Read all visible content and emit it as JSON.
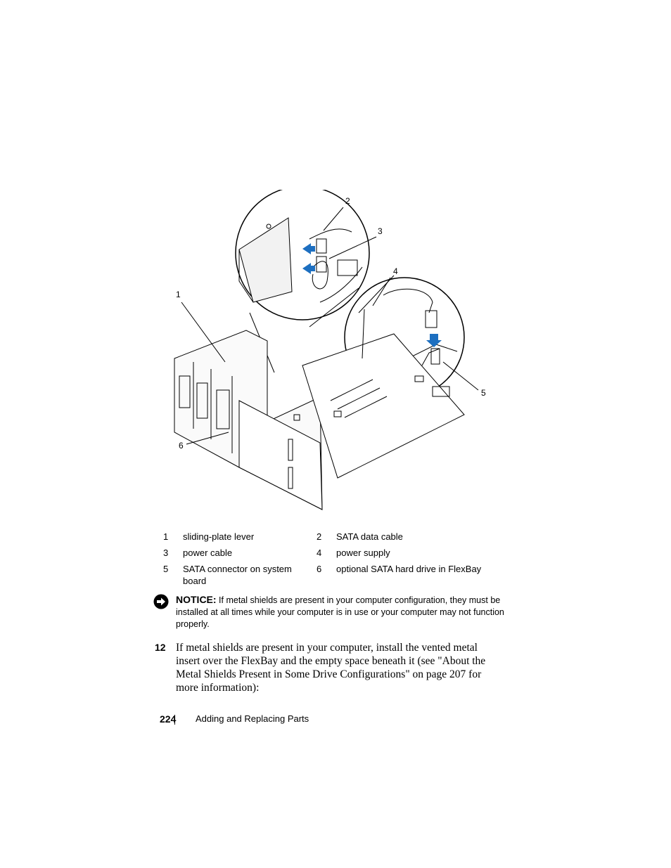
{
  "figure": {
    "callouts": [
      "1",
      "2",
      "3",
      "4",
      "5",
      "6"
    ],
    "arrow_color": "#1d6fc0"
  },
  "legend": [
    {
      "num": "1",
      "text": "sliding-plate lever"
    },
    {
      "num": "2",
      "text": "SATA data cable"
    },
    {
      "num": "3",
      "text": "power cable"
    },
    {
      "num": "4",
      "text": "power supply"
    },
    {
      "num": "5",
      "text": "SATA connector on system board"
    },
    {
      "num": "6",
      "text": "optional SATA hard drive in FlexBay"
    }
  ],
  "notice": {
    "heading": "NOTICE:",
    "text": " If metal shields are present in your computer configuration, they must be installed at all times while your computer is in use or your computer may not function properly."
  },
  "step": {
    "number": "12",
    "text": "If metal shields are present in your computer, install the vented metal insert over the FlexBay and the empty space beneath it (see \"About the Metal Shields Present in Some Drive Configurations\" on page 207 for more information):"
  },
  "footer": {
    "page_number": "224",
    "section": "Adding and Replacing Parts"
  }
}
